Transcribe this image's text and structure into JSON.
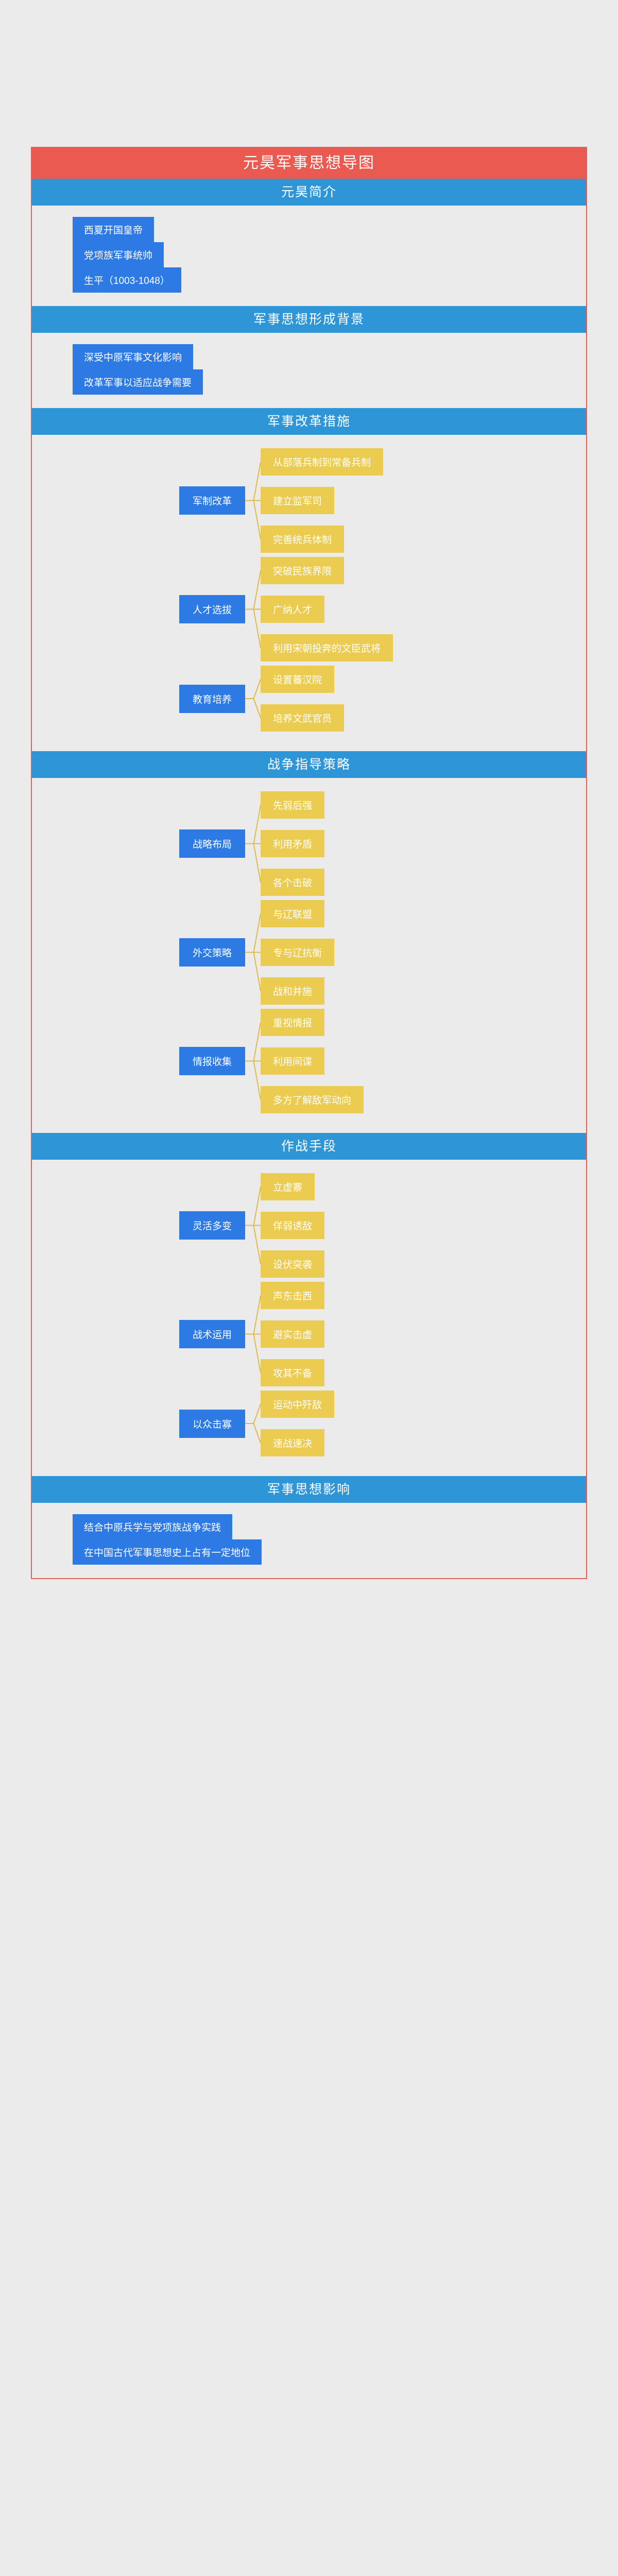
{
  "title": "元昊军事思想导图",
  "theme": {
    "root_bar": "#ea5a50",
    "section_bar": "#2e96d7",
    "node_blue": "#2d7ae5",
    "node_yellow": "#eccb51",
    "page_bg": "#ebebeb",
    "frame_border": "#d9635c",
    "text_on_fill": "#ffffff",
    "connector": "#e0b949"
  },
  "sections": [
    {
      "header": "元昊简介",
      "layout": "flat",
      "nodes": [
        "西夏开国皇帝",
        "党项族军事统帅",
        "生平（1003-1048）"
      ]
    },
    {
      "header": "军事思想形成背景",
      "layout": "flat",
      "nodes": [
        "深受中原军事文化影响",
        "改革军事以适应战争需要"
      ]
    },
    {
      "header": "军事改革措施",
      "layout": "branch",
      "groups": [
        {
          "parent": "军制改革",
          "children": [
            "从部落兵制到常备兵制",
            "建立监军司",
            "完善统兵体制"
          ]
        },
        {
          "parent": "人才选拔",
          "children": [
            "突破民族界限",
            "广纳人才",
            "利用宋朝投奔的文臣武将"
          ]
        },
        {
          "parent": "教育培养",
          "children": [
            "设置蕃汉院",
            "培养文武官员"
          ]
        }
      ]
    },
    {
      "header": "战争指导策略",
      "layout": "branch",
      "groups": [
        {
          "parent": "战略布局",
          "children": [
            "先弱后强",
            "利用矛盾",
            "各个击破"
          ]
        },
        {
          "parent": "外交策略",
          "children": [
            "与辽联盟",
            "专与辽抗衡",
            "战和并施"
          ]
        },
        {
          "parent": "情报收集",
          "children": [
            "重视情报",
            "利用间谍",
            "多方了解敌军动向"
          ]
        }
      ]
    },
    {
      "header": "作战手段",
      "layout": "branch",
      "groups": [
        {
          "parent": "灵活多变",
          "children": [
            "立虚寨",
            "佯弱诱敌",
            "设伏突袭"
          ]
        },
        {
          "parent": "战术运用",
          "children": [
            "声东击西",
            "避实击虚",
            "攻其不备"
          ]
        },
        {
          "parent": "以众击寡",
          "children": [
            "运动中歼敌",
            "速战速决"
          ]
        }
      ]
    },
    {
      "header": "军事思想影响",
      "layout": "flat",
      "nodes": [
        "结合中原兵学与党项族战争实践",
        "在中国古代军事思想史上占有一定地位"
      ]
    }
  ]
}
